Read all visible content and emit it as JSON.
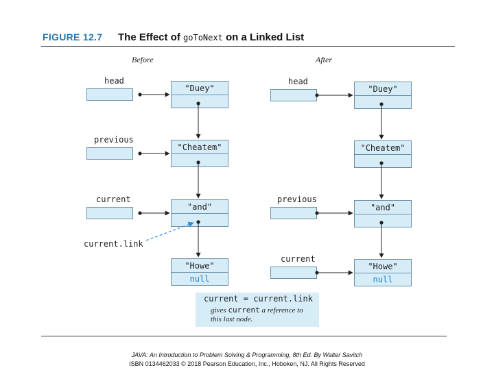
{
  "figure": {
    "label": "FIGURE 12.7",
    "title_prefix": "The Effect of ",
    "title_code": "goToNext",
    "title_suffix": " on a Linked List"
  },
  "columns": {
    "before": "Before",
    "after": "After"
  },
  "before": {
    "variables": [
      "head",
      "previous",
      "current"
    ],
    "annotation": "current.link",
    "nodes": [
      "\"Duey\"",
      "\"Cheatem\"",
      "\"and\"",
      "\"Howe\""
    ],
    "null_label": "null"
  },
  "after": {
    "variables": [
      "head",
      "previous",
      "current"
    ],
    "nodes": [
      "\"Duey\"",
      "\"Cheatem\"",
      "\"and\"",
      "\"Howe\""
    ],
    "null_label": "null"
  },
  "code_box": {
    "code": "current = current.link",
    "note_1": "gives ",
    "note_code": "current",
    "note_2": " a reference to this last node."
  },
  "footer": {
    "line1": "JAVA: An Introduction to Problem Solving & Programming, 8th Ed. By Walter Savitch",
    "line2": "ISBN 0134462033 © 2018 Pearson Education, Inc., Hoboken, NJ. All Rights Reserved"
  },
  "colors": {
    "box_fill": "#d6ecf7",
    "accent": "#1f77b4",
    "null_text": "#1f7fc4"
  }
}
